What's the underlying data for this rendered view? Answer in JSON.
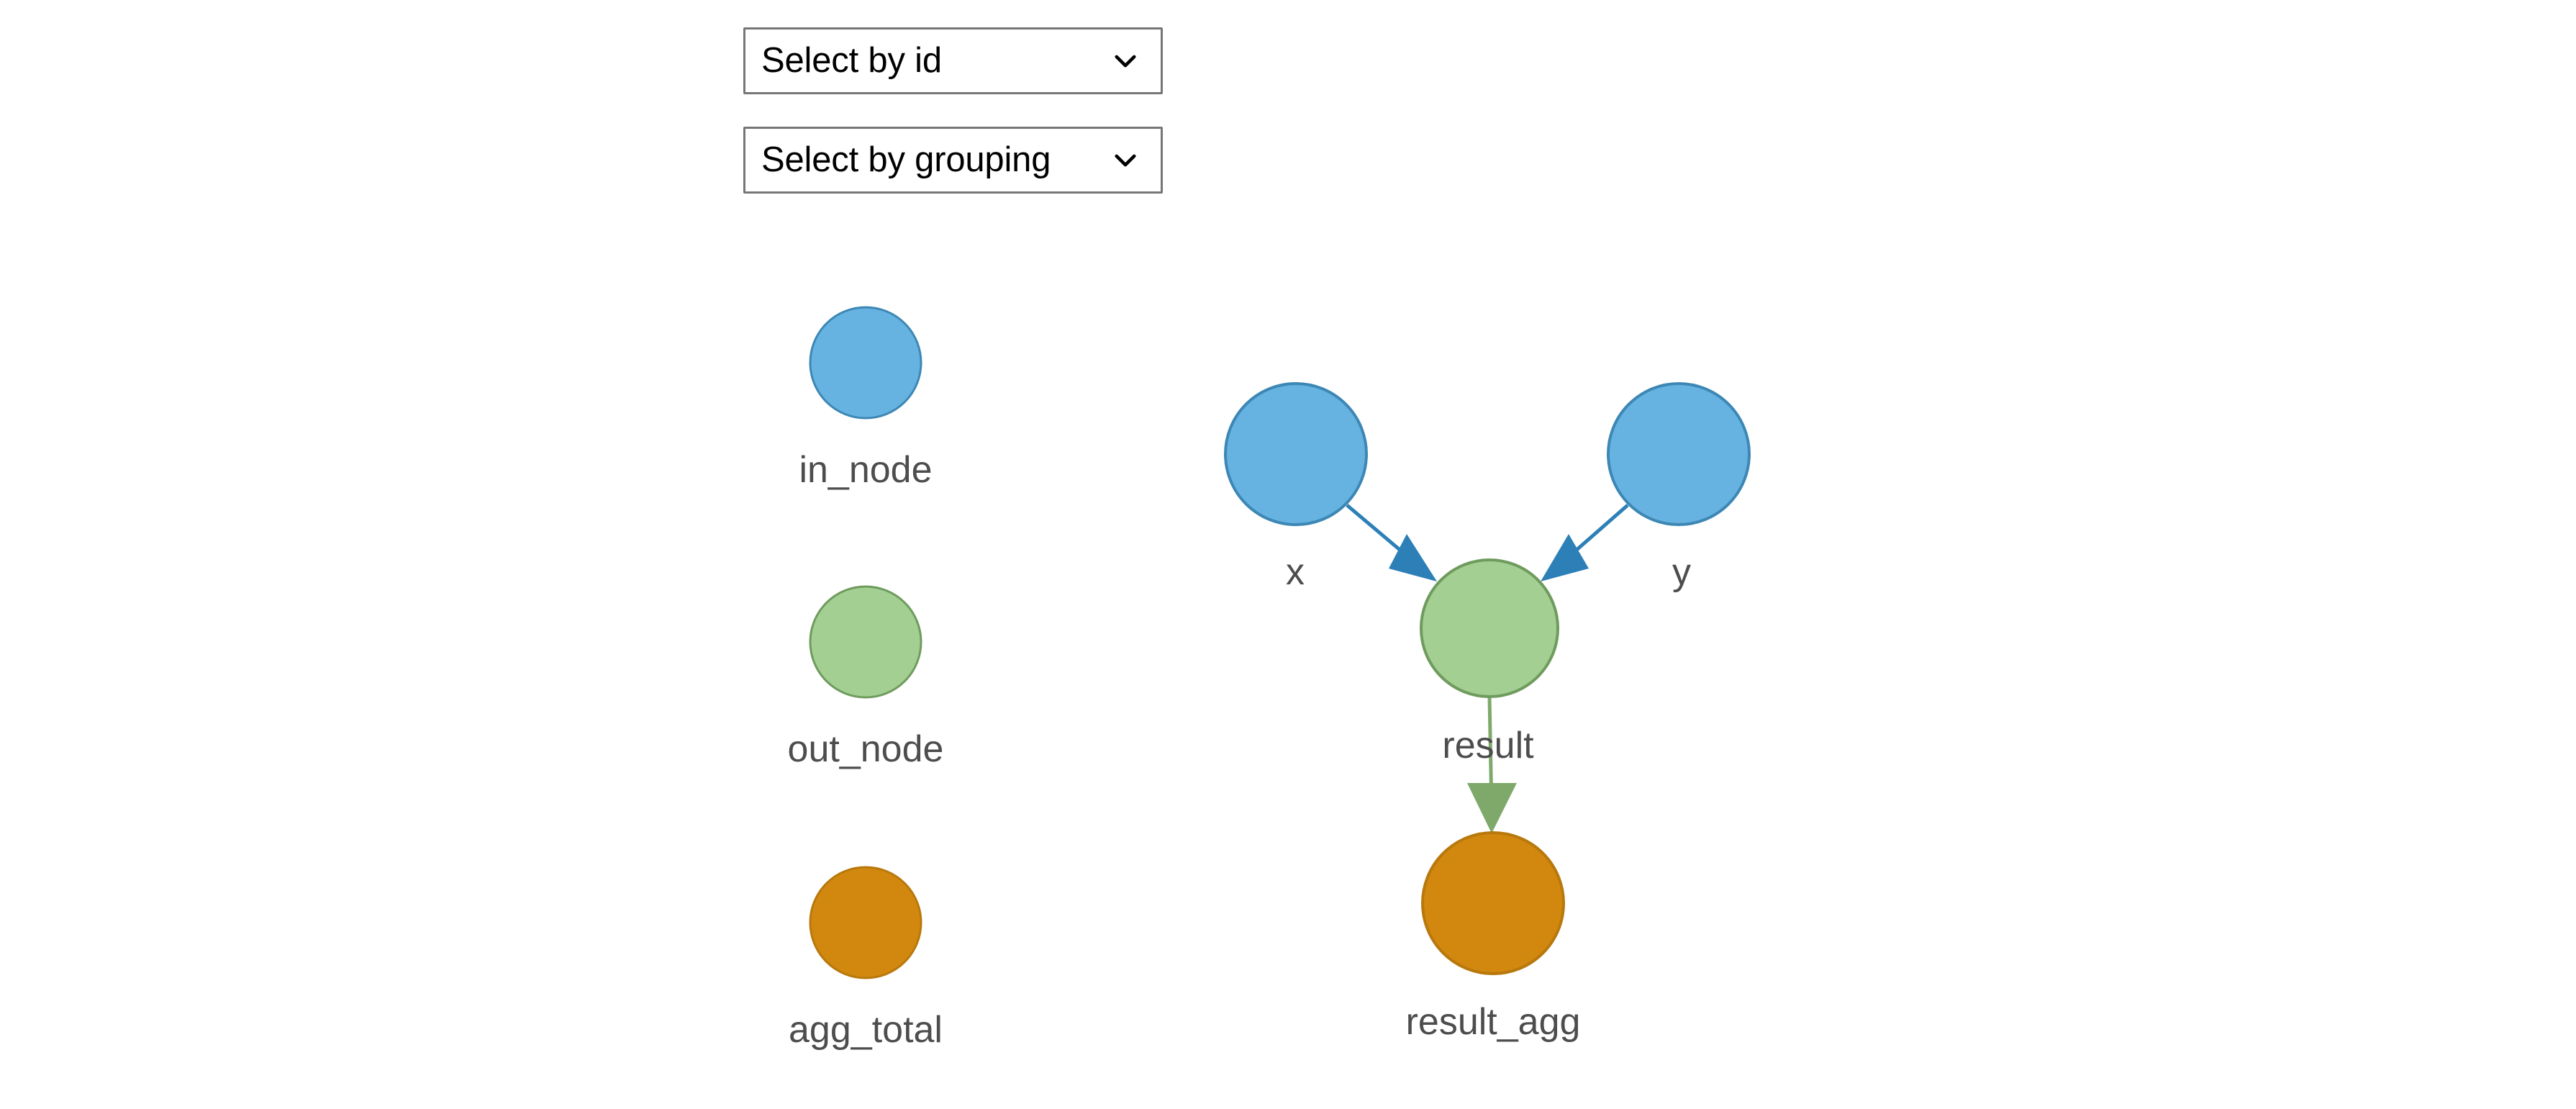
{
  "controls": {
    "selects": [
      {
        "name": "select-by-id",
        "value": "Select by id",
        "icon": "chevron-down-icon"
      },
      {
        "name": "select-by-grouping",
        "value": "Select by grouping",
        "icon": "chevron-down-icon"
      }
    ]
  },
  "legend": {
    "items": [
      {
        "label": "in_node",
        "fill": "#66b3e2",
        "stroke": "#3d87b5"
      },
      {
        "label": "out_node",
        "fill": "#a4cf92",
        "stroke": "#6f9b5e"
      },
      {
        "label": "agg_total",
        "fill": "#d2880f",
        "stroke": "#b8780c"
      }
    ]
  },
  "graph": {
    "nodes": [
      {
        "id": "x",
        "label": "x",
        "type": "in_node",
        "fill": "#66b3e2",
        "stroke": "#3d87b5"
      },
      {
        "id": "y",
        "label": "y",
        "type": "in_node",
        "fill": "#66b3e2",
        "stroke": "#3d87b5"
      },
      {
        "id": "result",
        "label": "",
        "type": "out_node",
        "fill": "#a4cf92",
        "stroke": "#6f9b5e"
      },
      {
        "id": "result_agg",
        "label": "result_agg",
        "type": "agg_total",
        "fill": "#d2880f",
        "stroke": "#b8780c"
      }
    ],
    "edges": [
      {
        "from": "x",
        "to": "result",
        "label": "x",
        "color": "#2d7fb8"
      },
      {
        "from": "y",
        "to": "result",
        "label": "y",
        "color": "#2d7fb8"
      },
      {
        "from": "result",
        "to": "result_agg",
        "label": "result",
        "color": "#7fa96b"
      }
    ]
  },
  "colors": {
    "in_node": "#66b3e2",
    "out_node": "#a4cf92",
    "agg_total": "#d2880f",
    "edge_blue": "#2d7fb8",
    "edge_green": "#7fa96b",
    "text": "#4d4d4d",
    "background": "#ffffff"
  }
}
